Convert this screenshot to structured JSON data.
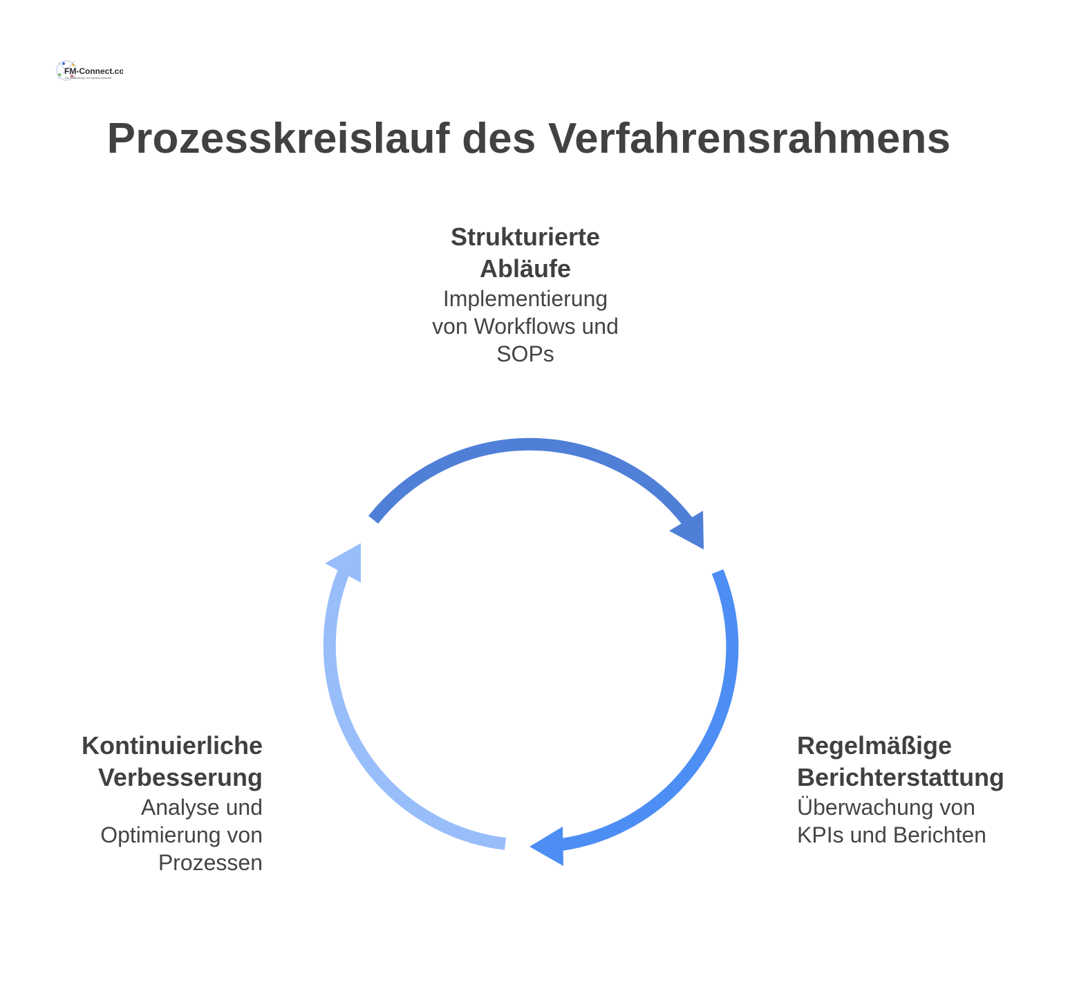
{
  "logo": {
    "text": "FM-Connect.com",
    "tagline": "Das FM-Beratungs- und Ingenieur-Netzwerk!"
  },
  "title": "Prozesskreislauf des Verfahrensrahmens",
  "colors": {
    "arrow_top": "#4f7fd6",
    "arrow_right": "#4d8ef5",
    "arrow_left": "#98bdfb",
    "text_dark": "#404040"
  },
  "steps": {
    "top": {
      "heading": "Strukturierte\nAbläufe",
      "description": "Implementierung\nvon Workflows und\nSOPs"
    },
    "right": {
      "heading": "Regelmäßige\nBerichterstattung",
      "description": "Überwachung von\nKPIs und Berichten"
    },
    "left": {
      "heading": "Kontinuierliche\nVerbesserung",
      "description": "Analyse und\nOptimierung von\nProzessen"
    }
  }
}
